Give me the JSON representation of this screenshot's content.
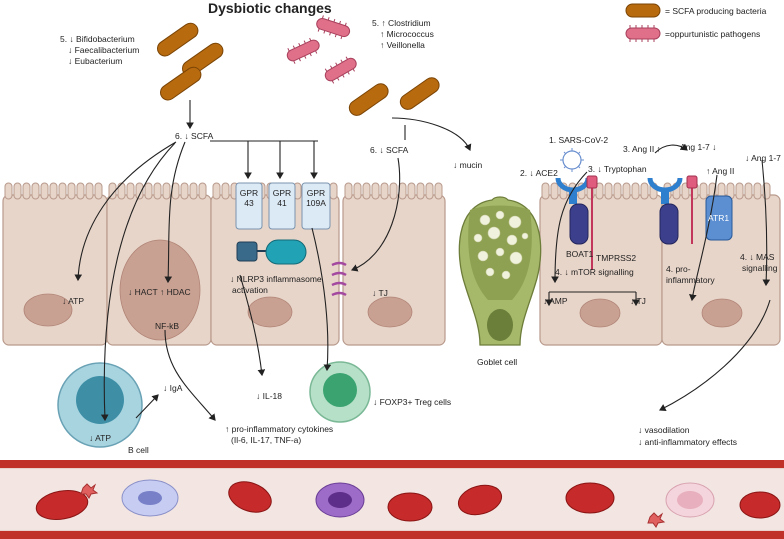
{
  "title": "Dysbiotic changes",
  "legend": {
    "scfa": "= SCFA producing bacteria",
    "pathogen": "=oppurtunistic pathogens"
  },
  "bacteria_left": [
    "5. ↓ Bifidobacterium",
    "↓ Faecalibacterium",
    "↓ Eubacterium"
  ],
  "bacteria_right": [
    "5. ↑ Clostridium",
    "↑ Micrococcus",
    "↑ Veillonella"
  ],
  "scfa_left": "6. ↓ SCFA",
  "scfa_mid": "6. ↓ SCFA",
  "mucin": "↓ mucin",
  "atp_left": "↓ ATP",
  "hact_hdac": "↓ HACT  ↑ HDAC",
  "nfkb": "NF-kB",
  "gpr": [
    "GPR 43",
    "GPR 41",
    "GPR 109A"
  ],
  "nlrp3": [
    "↓ NLRP3 inflammasome",
    "activation"
  ],
  "tj_left": "↓ TJ",
  "il18": "↓ IL-18",
  "foxp3": "↓ FOXP3+ Treg cells",
  "bcell": {
    "atp": "↓ ATP",
    "iga": "↓ IgA",
    "label": "B cell"
  },
  "cytokines": [
    "↑ pro-inflammatory cytokines",
    "(Il-6, IL-17, TNF-a)"
  ],
  "goblet": "Goblet cell",
  "sars": "1. SARS-CoV-2",
  "ace2": "2. ↓ ACE2",
  "tryptophan": "3. ↓ Tryptophan",
  "tmprss2": "TMPRSS2",
  "boat1": "BOAT1",
  "mtor": "4. ↓ mTOR signalling",
  "amp": "↓ AMP",
  "tj_right": "↓ TJ",
  "angII_top": "3. Ang II ↑",
  "ang17_top": "Ang 1-7 ↓",
  "ang17_right": "↓ Ang 1-7",
  "angII_small": "↑ Ang II",
  "atr1": "ATR1",
  "proinflam": [
    "4. pro-",
    "inflammatory"
  ],
  "mas": [
    "4. ↓ MAS",
    "signalling"
  ],
  "vaso": [
    "↓ vasodilation",
    "↓ anti-inflammatory effects"
  ],
  "colors": {
    "cell": "#e8d5c9",
    "cell_border": "#b89a8c",
    "nucleus": "#c9a192",
    "bacteria": "#b86a0f",
    "pathogen": "#e0708a",
    "vessel": "#c0312a",
    "rbc": "#c72a2a",
    "goblet": "#a6b86a",
    "receptor_blue": "#2f7fcf",
    "teal": "#22a2b5"
  }
}
